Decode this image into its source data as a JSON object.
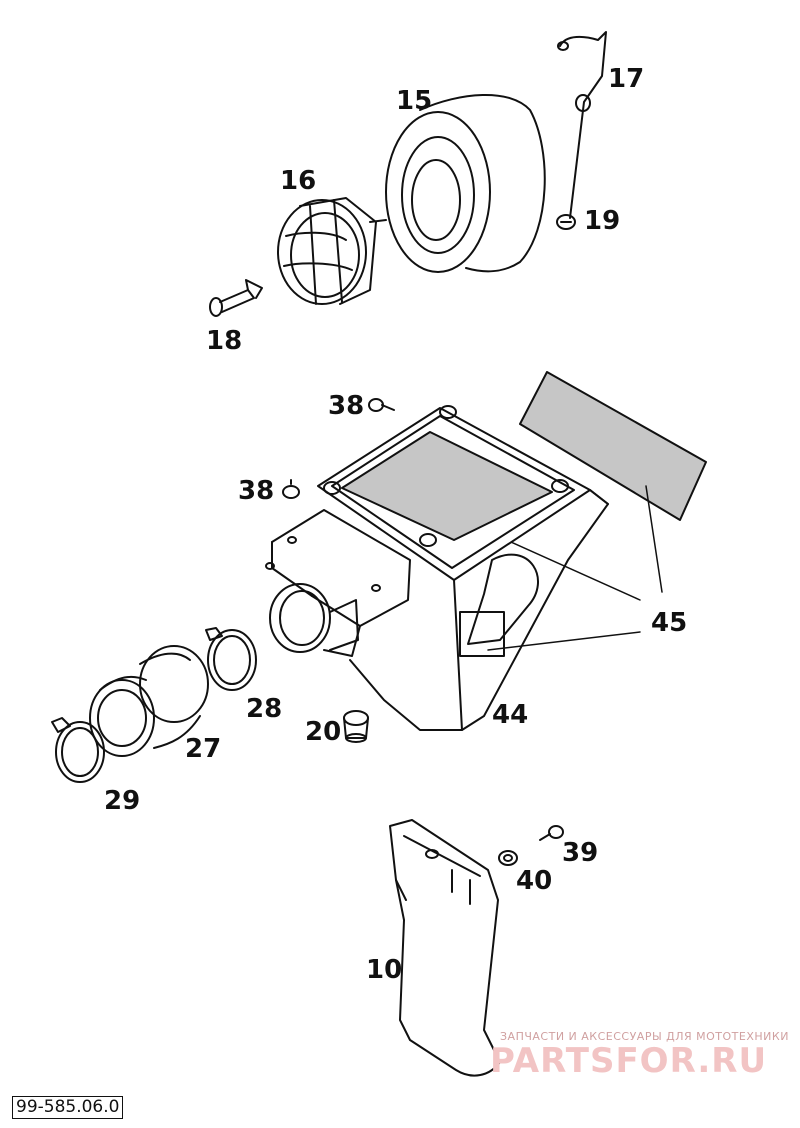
{
  "callouts": {
    "p15": "15",
    "p16": "16",
    "p17": "17",
    "p18": "18",
    "p19": "19",
    "p38a": "38",
    "p38b": "38",
    "p45": "45",
    "p44": "44",
    "p28": "28",
    "p27": "27",
    "p20": "20",
    "p29": "29",
    "p39": "39",
    "p40": "40",
    "p10": "10"
  },
  "reference_number": "99-585.06.0",
  "watermark": {
    "tagline": "ЗАПЧАСТИ И АКСЕССУАРЫ ДЛЯ МОТОТЕХНИКИ",
    "logo": "PARTSFOR.RU"
  }
}
